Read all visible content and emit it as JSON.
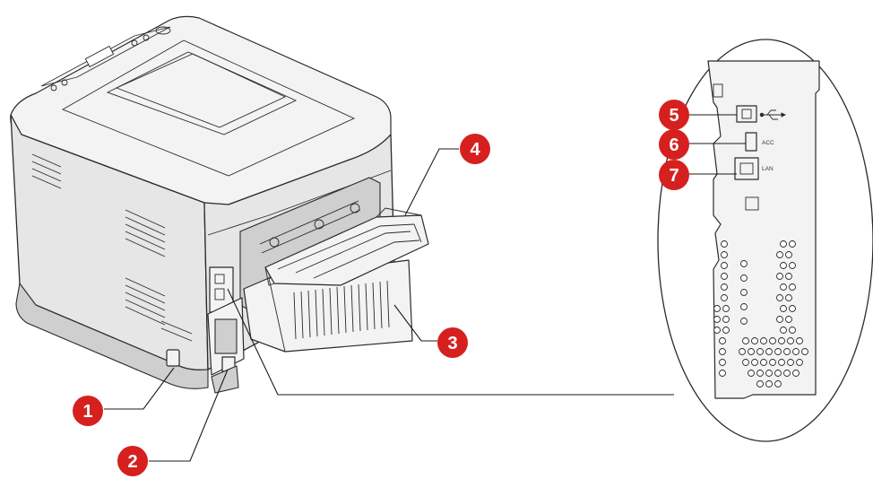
{
  "callouts": [
    {
      "number": "1",
      "color": "#d6201f"
    },
    {
      "number": "2",
      "color": "#d6201f"
    },
    {
      "number": "3",
      "color": "#d6201f"
    },
    {
      "number": "4",
      "color": "#d6201f"
    },
    {
      "number": "5",
      "color": "#d6201f"
    },
    {
      "number": "6",
      "color": "#d6201f"
    },
    {
      "number": "7",
      "color": "#d6201f"
    }
  ],
  "port_labels": {
    "acc": "ACC",
    "lan": "LAN"
  },
  "icons": {
    "usb": "usb-icon"
  }
}
